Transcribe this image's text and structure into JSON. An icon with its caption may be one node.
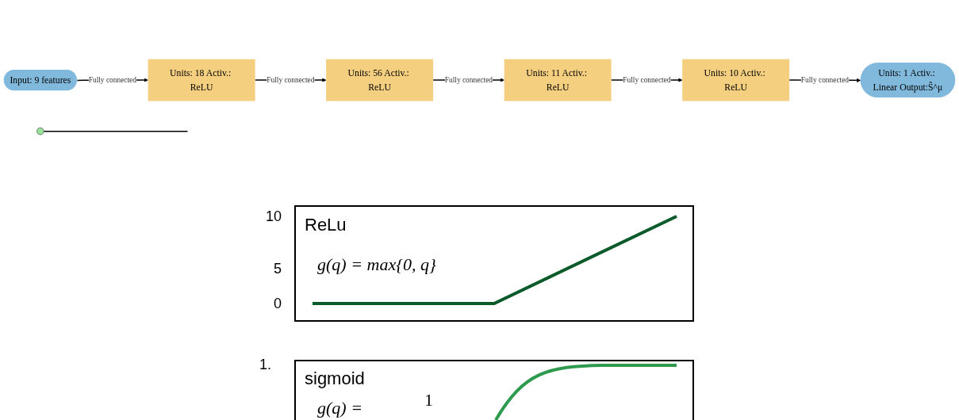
{
  "diagram": {
    "nodes": [
      {
        "text": [
          "Input: 9 features"
        ]
      },
      {
        "text": [
          "Units: 18 Activ.: ReLU"
        ]
      },
      {
        "text": [
          "Units: 56 Activ.: ReLU"
        ]
      },
      {
        "text": [
          "Units: 11 Activ.: ReLU"
        ]
      },
      {
        "text": [
          "Units: 10 Activ.: ReLU"
        ]
      },
      {
        "text": [
          "Units: 1 Activ.: Linear Output:Ŝ^μ"
        ]
      },
      {
        "text": [],
        "shape": "circle"
      }
    ],
    "edges": [
      {
        "from": 0,
        "to": 1,
        "arrow": "to",
        "label": "Fully connected"
      },
      {
        "from": 1,
        "to": 2,
        "arrow": "to",
        "label": "Fully connected"
      },
      {
        "from": 2,
        "to": 3,
        "arrow": "to",
        "label": "Fully connected"
      },
      {
        "from": 3,
        "to": 4,
        "arrow": "to",
        "label": "Fully connected"
      },
      {
        "from": 4,
        "to": 5,
        "arrow": "to",
        "label": "Fully connected"
      },
      {
        "from": 6,
        "to": null,
        "arrow": "none"
      }
    ],
    "labels": [
      "10",
      "5",
      "0",
      "ReLu",
      "g(q) = max{0, q}",
      "1.",
      "sigmoid",
      "g(q) =",
      "1"
    ]
  }
}
